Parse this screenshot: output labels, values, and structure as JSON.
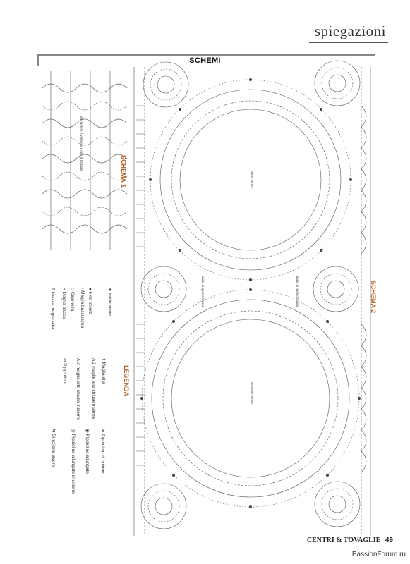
{
  "header": {
    "section_title": "spiegazioni"
  },
  "schemes": {
    "title": "SCHEMI",
    "schema1_label": "SCHEMA 1",
    "schema2_label": "SCHEMA 2",
    "repeat_note": "da ripetere 8 volte per il giro di 56 pippi",
    "first_centre": "primo centro",
    "second_centre": "secondo centro",
    "note_left": "inizio di questo lavoro",
    "note_right": "inizio di questo lavoro"
  },
  "legend": {
    "title": "LEGENDA",
    "items": [
      {
        "symbol": "➤",
        "label": "Inizio lavoro"
      },
      {
        "symbol": "●",
        "label": "Fine lavoro"
      },
      {
        "symbol": "•",
        "label": "Maglia bassissima"
      },
      {
        "symbol": "○",
        "label": "Catenella"
      },
      {
        "symbol": "×",
        "label": "Maglia bassa"
      },
      {
        "symbol": "T",
        "label": "Mezza maglia alta"
      },
      {
        "symbol": "†",
        "label": "Maglia alta"
      },
      {
        "symbol": "Λ",
        "label": "2 maglie alte chiuse insieme"
      },
      {
        "symbol": "Ѧ",
        "label": "3 maglie alte chiuse insieme"
      },
      {
        "symbol": "⊕",
        "label": "Pippiolino"
      },
      {
        "symbol": "⊕",
        "label": "Pippiolino di unione"
      },
      {
        "symbol": "◉",
        "label": "Pippiolino allungato"
      },
      {
        "symbol": "◎",
        "label": "Pippiolino allungato di unione"
      },
      {
        "symbol": "⇆",
        "label": "Direzione lavoro"
      }
    ]
  },
  "footer": {
    "magazine": "CENTRI & TOVAGLIE",
    "page": "49",
    "watermark": "PassionForum.ru"
  }
}
